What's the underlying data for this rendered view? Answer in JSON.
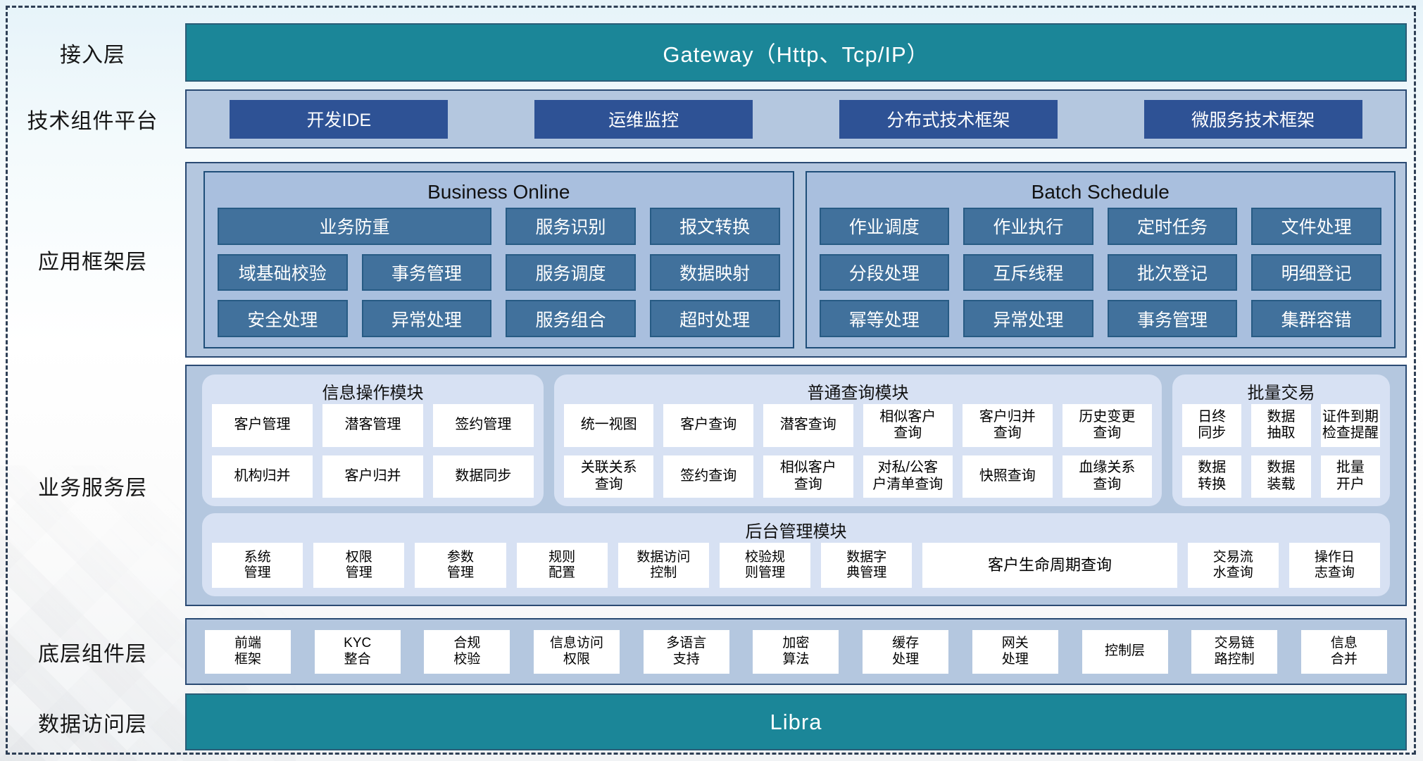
{
  "colors": {
    "teal_bar": "#1b8698",
    "navy_button": "#2e5295",
    "layer_box_fill": "#b4c7df",
    "layer_box_border": "#2a4a73",
    "app_panel_fill": "#a9bfde",
    "app_button": "#41719c",
    "light_panel": "#d7e1f3",
    "white_button": "#ffffff"
  },
  "access": {
    "label": "接入层",
    "bar": "Gateway（Http、Tcp/IP）"
  },
  "tech": {
    "label": "技术组件平台",
    "buttons": [
      "开发IDE",
      "运维监控",
      "分布式技术框架",
      "微服务技术框架"
    ]
  },
  "app": {
    "label": "应用框架层",
    "panels": [
      {
        "title": "Business Online",
        "buttons": [
          {
            "text": "业务防重",
            "span": 2
          },
          {
            "text": "服务识别"
          },
          {
            "text": "报文转换"
          },
          {
            "text": "域基础校验"
          },
          {
            "text": "事务管理"
          },
          {
            "text": "服务调度"
          },
          {
            "text": "数据映射"
          },
          {
            "text": "安全处理"
          },
          {
            "text": "异常处理"
          },
          {
            "text": "服务组合"
          },
          {
            "text": "超时处理"
          }
        ]
      },
      {
        "title": "Batch Schedule",
        "buttons": [
          {
            "text": "作业调度"
          },
          {
            "text": "作业执行"
          },
          {
            "text": "定时任务"
          },
          {
            "text": "文件处理"
          },
          {
            "text": "分段处理"
          },
          {
            "text": "互斥线程"
          },
          {
            "text": "批次登记"
          },
          {
            "text": "明细登记"
          },
          {
            "text": "幂等处理"
          },
          {
            "text": "异常处理"
          },
          {
            "text": "事务管理"
          },
          {
            "text": "集群容错"
          }
        ]
      }
    ]
  },
  "business": {
    "label": "业务服务层",
    "panels": [
      {
        "title": "信息操作模块",
        "cols": 3,
        "flex": 488,
        "items": [
          "客户管理",
          "潜客管理",
          "签约管理",
          "机构归并",
          "客户归并",
          "数据同步"
        ]
      },
      {
        "title": "普通查询模块",
        "cols": 6,
        "flex": 892,
        "items": [
          "统一视图",
          "客户查询",
          "潜客查询",
          "相似客户\n查询",
          "客户归并\n查询",
          "历史变更\n查询",
          "关联关系\n查询",
          "签约查询",
          "相似客户\n查询",
          "对私/公客\n户清单查询",
          "快照查询",
          "血缘关系\n查询"
        ]
      },
      {
        "title": "批量交易",
        "cols": 3,
        "flex": 300,
        "items": [
          "日终\n同步",
          "数据\n抽取",
          "证件到期\n检查提醒",
          "数据\n转换",
          "数据\n装载",
          "批量\n开户"
        ]
      }
    ],
    "admin": {
      "title": "后台管理模块",
      "items": [
        {
          "text": "系统\n管理"
        },
        {
          "text": "权限\n管理"
        },
        {
          "text": "参数\n管理"
        },
        {
          "text": "规则\n配置"
        },
        {
          "text": "数据访问\n控制"
        },
        {
          "text": "校验规\n则管理"
        },
        {
          "text": "数据字\n典管理"
        },
        {
          "text": "客户生命周期查询",
          "wide": true
        },
        {
          "text": "交易流\n水查询"
        },
        {
          "text": "操作日\n志查询"
        }
      ]
    }
  },
  "base": {
    "label": "底层组件层",
    "items": [
      "前端\n框架",
      "KYC\n整合",
      "合规\n校验",
      "信息访问\n权限",
      "多语言\n支持",
      "加密\n算法",
      "缓存\n处理",
      "网关\n处理",
      "控制层",
      "交易链\n路控制",
      "信息\n合并"
    ]
  },
  "data_access": {
    "label": "数据访问层",
    "bar": "Libra"
  }
}
